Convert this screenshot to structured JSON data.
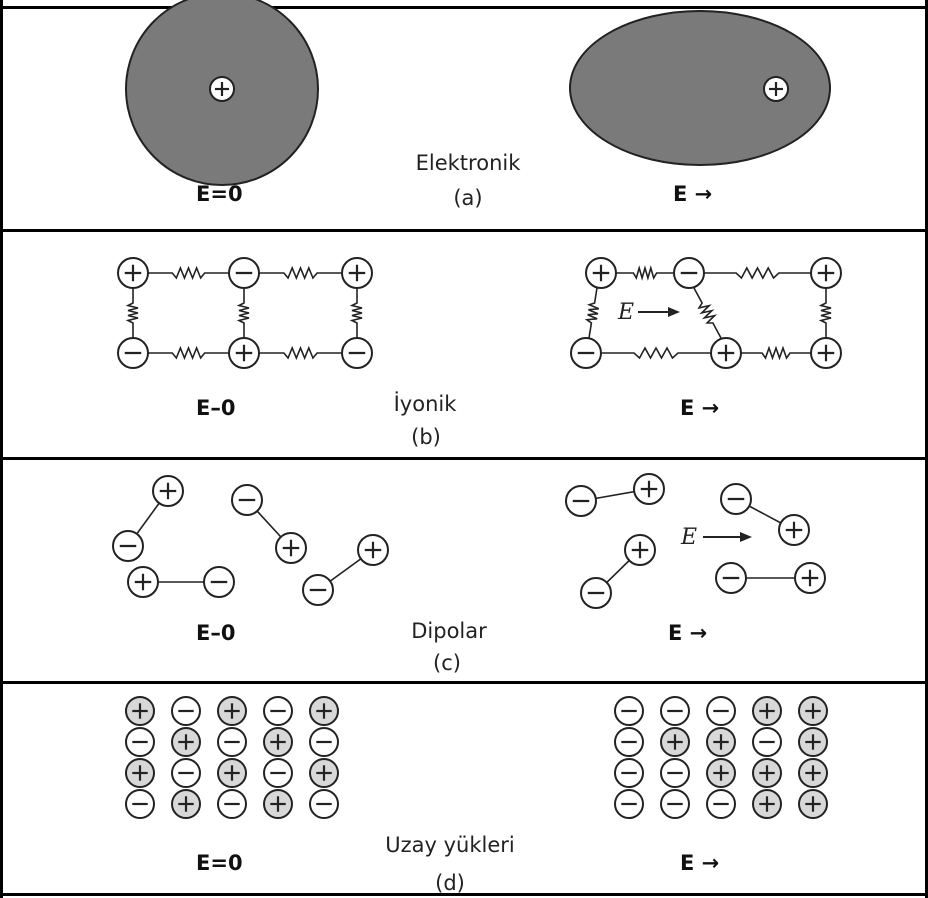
{
  "panels": [
    {
      "id": "a",
      "type_name": "Elektronik",
      "letter": "(a)",
      "label_zero": "E=0",
      "label_field": "E →"
    },
    {
      "id": "b",
      "type_name": "İyonik",
      "letter": "(b)",
      "label_zero": "E–0",
      "label_field": "E →",
      "field_text": "E"
    },
    {
      "id": "c",
      "type_name": "Dipolar",
      "letter": "(c)",
      "label_zero": "E–0",
      "label_field": "E →",
      "field_text": "E"
    },
    {
      "id": "d",
      "type_name": "Uzay yükleri",
      "letter": "(d)",
      "label_zero": "E=0",
      "label_field": "E →"
    }
  ],
  "symbols": {
    "plus": "+",
    "minus": "−"
  },
  "colors": {
    "atom_fill": "#7a7a7a",
    "charge_fill_light": "#d8d8d8",
    "line": "#222222"
  },
  "grid_left": [
    [
      "+",
      "-",
      "+",
      "-",
      "+"
    ],
    [
      "-",
      "+",
      "-",
      "+",
      "-"
    ],
    [
      "+",
      "-",
      "+",
      "-",
      "+"
    ],
    [
      "-",
      "+",
      "-",
      "+",
      "-"
    ]
  ],
  "grid_right": [
    [
      "-",
      "-",
      "-",
      "+",
      "+"
    ],
    [
      "-",
      "+",
      "+",
      "-",
      "+"
    ],
    [
      "-",
      "-",
      "+",
      "+",
      "+"
    ],
    [
      "-",
      "-",
      "-",
      "+",
      "+"
    ]
  ]
}
